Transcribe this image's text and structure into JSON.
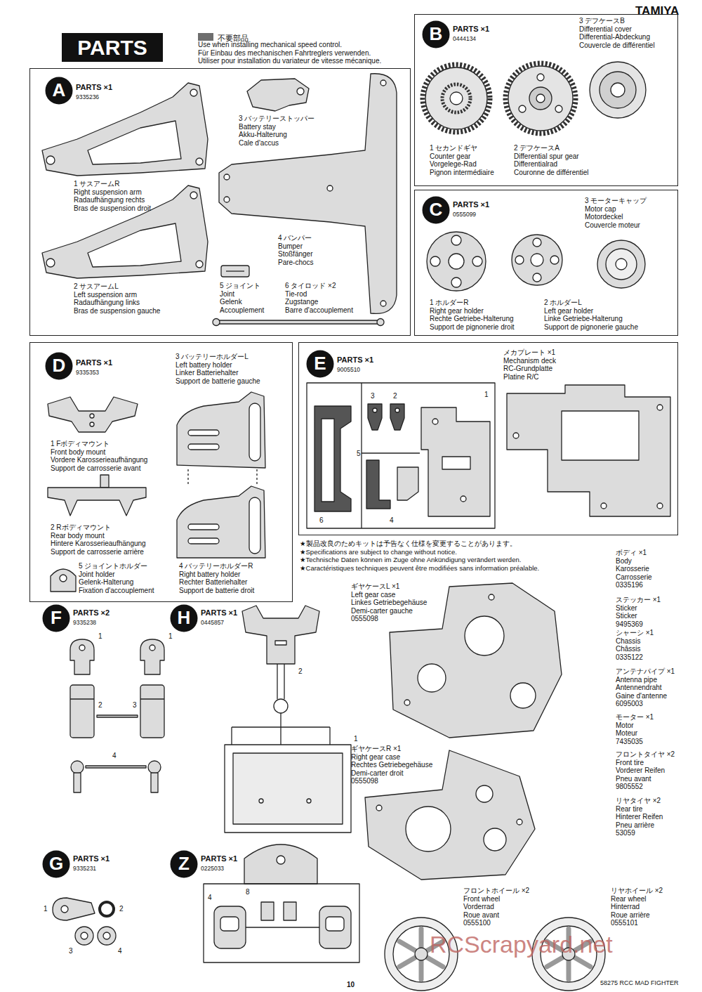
{
  "diagram": {
    "nodes": [
      {
        "text": [
          "PARTS"
        ]
      },
      {
        "text": [
          "PARTS ×1",
          "9335236"
        ]
      },
      {
        "text": [
          "A"
        ],
        "in": 1
      },
      {
        "text": [
          "PARTS ×1",
          "0444134"
        ]
      },
      {
        "text": [
          "B"
        ],
        "in": 3
      },
      {
        "text": [
          "PARTS ×1",
          "0555099"
        ]
      },
      {
        "text": [
          "C"
        ],
        "in": 5
      },
      {
        "text": [
          "PARTS ×1",
          "9335353"
        ]
      },
      {
        "text": [
          "D"
        ],
        "in": 7
      },
      {
        "text": [
          "PARTS ×1",
          "9005510"
        ]
      },
      {
        "text": [
          "E"
        ],
        "in": 9
      },
      {
        "text": [
          "F",
          "PARTS ×2",
          "9335238"
        ]
      },
      {
        "text": [
          "H",
          "PARTS ×1",
          "0445857"
        ]
      },
      {
        "text": [
          "G",
          "PARTS ×1",
          "9335231"
        ]
      },
      {
        "text": [
          "Z",
          "PARTS ×1",
          "0225033"
        ]
      }
    ],
    "labels": [
      "TAMIYA",
      "Use when installing mechanical speed control.",
      "Für Einbau des mechanischen Fahrtreglers verwenden.",
      "Utiliser pour installation du variateur de vitesse mécanique.",
      "3 バッテリーストッパー",
      "Battery stay",
      "Akku-Halterung",
      "Cale d'accus",
      "1 サスアームR",
      "Right suspension arm",
      "Radaufhängung rechts",
      "Bras de suspension droit",
      "4 バンパー",
      "Bumper",
      "Stoßfänger",
      "Pare-chocs",
      "2 サスアームL",
      "Left suspension arm",
      "Radaufhängung links",
      "Bras de suspension gauche",
      "5 ジョイント",
      "Joint",
      "Gelenk",
      "Accouplement",
      "6 タイロッド ×2",
      "Tie-rod",
      "Zugstange",
      "Barre d'accouplement",
      "3 デフケースB",
      "Differential cover",
      "Differential-Abdeckung",
      "Couvercle de différentiel",
      "1 セカンドギヤ",
      "Counter gear",
      "Vorgelege-Rad",
      "Pignon intermédiaire",
      "2 デフケースA",
      "Differential spur gear",
      "Differentialrad",
      "Couronne de différentiel",
      "3 モーターキャップ",
      "Motor cap",
      "Motordeckel",
      "Couvercle moteur",
      "1 ホルダーR",
      "Right gear holder",
      "Rechte Getriebe-Halterung",
      "Support de pignonerie droit",
      "2 ホルダーL",
      "Left gear holder",
      "Linke Getriebe-Halterung",
      "Support de pignonerie gauche",
      "3 バッテリーホルダーL",
      "Left battery holder",
      "Linker Batteriehalter",
      "Support de batterie gauche",
      "1 Fボディマウント",
      "Front body mount",
      "Vordere Karosserieaufhängung",
      "Support de carrosserie avant",
      "2 Rボディマウント",
      "Rear body mount",
      "Hintere Karosserieaufhängung",
      "Support de carrosserie arrière",
      "5 ジョイントホルダー",
      "Joint holder",
      "Gelenk-Halterung",
      "Fixation d'accouplement",
      "4 バッテリーホルダーR",
      "Right battery holder",
      "Rechter Batteriehalter",
      "Support de batterie droit",
      "メカプレート ×1",
      "Mechanism deck",
      "RC-Grundplatte",
      "Platine R/C",
      "3",
      "2",
      "1",
      "5",
      "6",
      "4",
      "★製品改良のためキットは予告なく仕様を変更することがあります。",
      "★Specifications are subject to change without notice.",
      "★Technische Daten können im Zuge ohne Ankündigung verändert werden.",
      "★Caractéristiques techniques peuvent être modifiées sans information préalable.",
      "ギヤケースL ×1",
      "Left gear case",
      "Linkes Getriebegehäuse",
      "Demi-carter gauche",
      "0555098",
      "ボディ ×1",
      "Body",
      "Karosserie",
      "Carrosserie",
      "0335196",
      "ステッカー ×1",
      "Sticker",
      "Sticker",
      "9495369",
      "シャーシ ×1",
      "Chassis",
      "Châssis",
      "0335122",
      "アンテナパイプ ×1",
      "Antenna pipe",
      "Antennendraht",
      "Gaine d'antenne",
      "6095003",
      "モーター ×1",
      "Motor",
      "Moteur",
      "7435035",
      "フロントタイヤ ×2",
      "Front tire",
      "Vorderer Reifen",
      "Pneu avant",
      "9805552",
      "リヤタイヤ ×2",
      "Rear tire",
      "Hinterer Reifen",
      "Pneu arrière",
      "53059",
      "ギヤケースR ×1",
      "Right gear case",
      "Rechtes Getriebegehäuse",
      "Demi-carter droit",
      "0555098",
      "フロントホイール ×2",
      "Front wheel",
      "Vorderrad",
      "Roue avant",
      "0555100",
      "リヤホイール ×2",
      "Rear wheel",
      "Hinterrad",
      "Roue arrière",
      "0555101",
      "1",
      "1",
      "2",
      "3",
      "4",
      "2",
      "1",
      "1",
      "2",
      "3",
      "4",
      "8",
      "4",
      "58275 RCC MAD FIGHTER",
      "10",
      "RCScrapyard.net"
    ],
    "legend": [
      {
        "text": "不要部品",
        "color": "#6e6e6e"
      }
    ]
  }
}
